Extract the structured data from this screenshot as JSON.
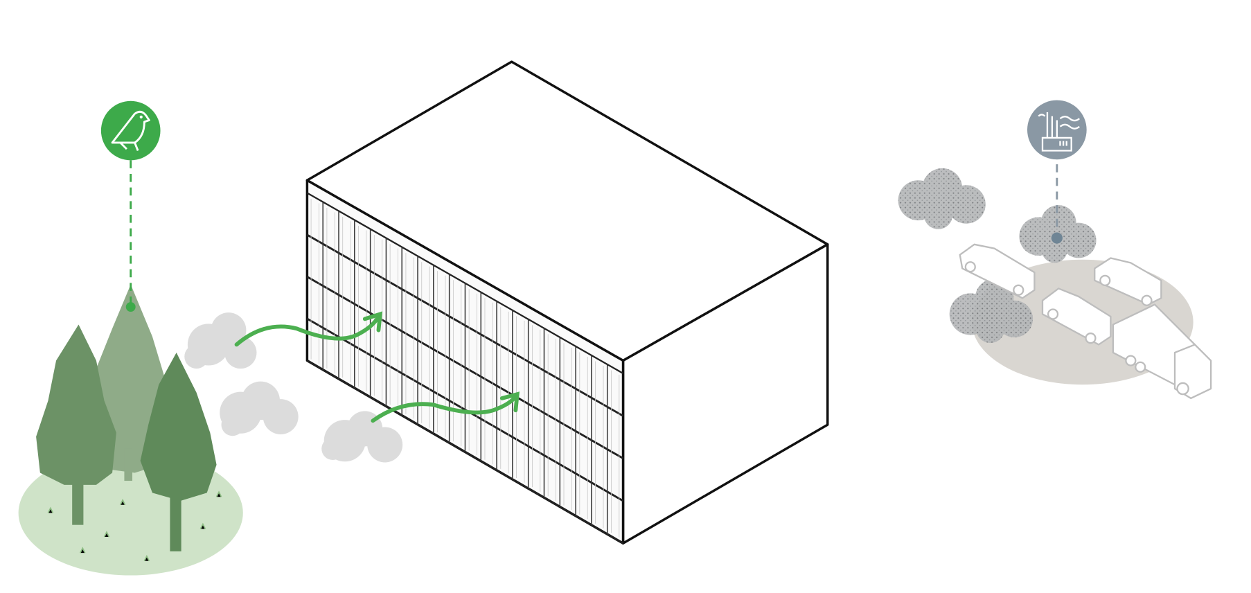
{
  "colors": {
    "nature_accent": "#3daa4a",
    "pollution_accent": "#8a98a4",
    "tree_dark": "#5f8a5a",
    "tree_light": "#8fab88",
    "green_ground": "#cfe3c8",
    "gray_ground": "#d9d6d1",
    "clean_cloud": "#dcdcdc",
    "polluted_cloud": "#a8aaac",
    "airflow_arrow": "#4caf50",
    "building_stroke": "#111111"
  },
  "icons": {
    "nature": "bird-icon",
    "pollution": "factory-smoke-icon",
    "airflow": "arrow-icon"
  },
  "scene": {
    "left": "trees-on-green-ground",
    "center": "isometric-building-with-glass-facade",
    "right": "cars-and-truck-on-gray-ground"
  }
}
